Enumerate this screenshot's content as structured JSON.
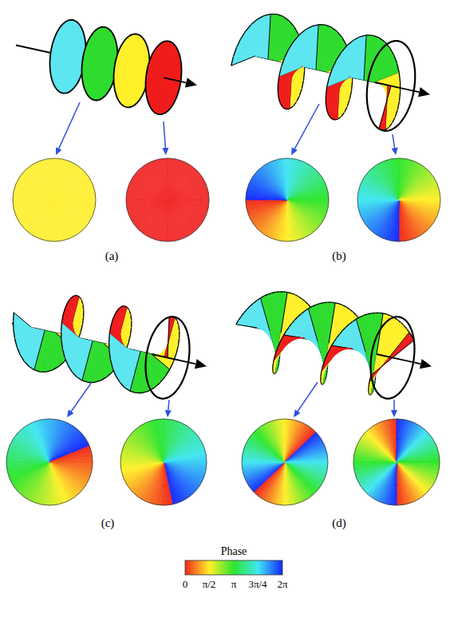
{
  "diagram": {
    "labels": [
      "(a)",
      "(b)",
      "(c)",
      "(d)",
      "Phase",
      "0",
      "π/2",
      "π",
      "3π/4",
      "2π"
    ]
  }
}
